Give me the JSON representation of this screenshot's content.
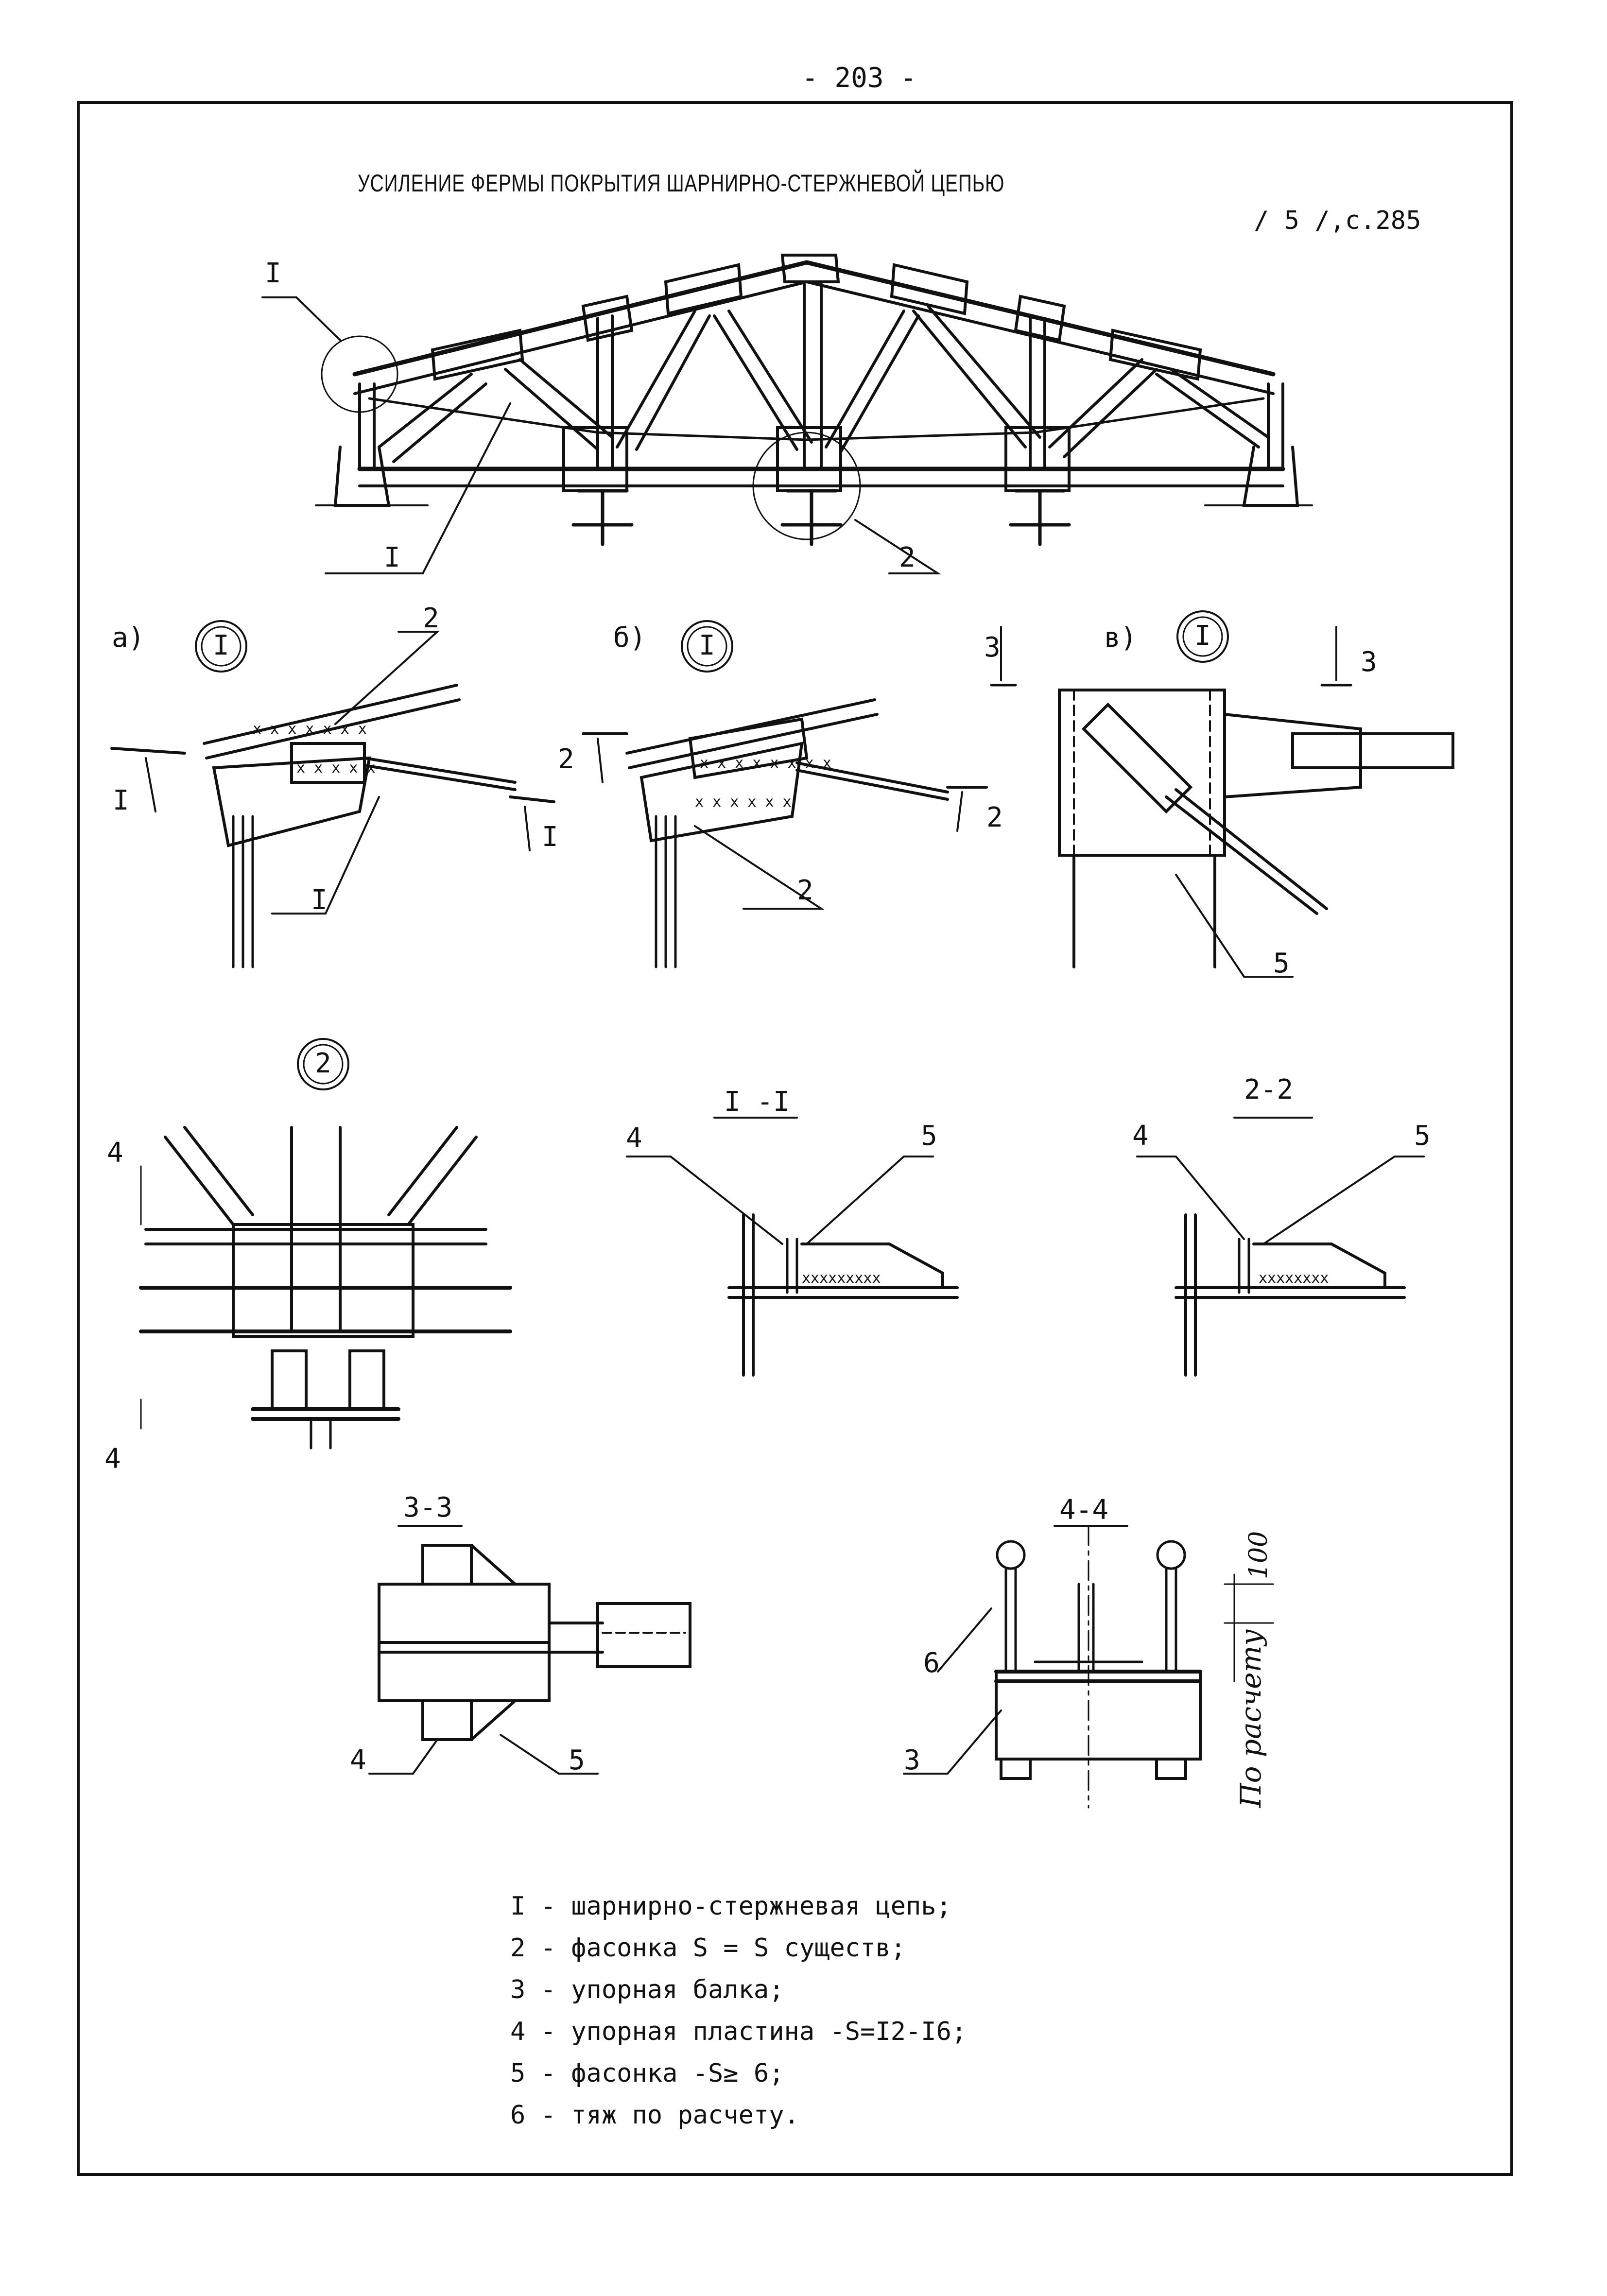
{
  "page": {
    "number": "- 203 -",
    "title": "УСИЛЕНИЕ ФЕРМЫ ПОКРЫТИЯ ШАРНИРНО-СТЕРЖНЕВОЙ ЦЕПЬЮ",
    "reference": "/ 5 /,с.285"
  },
  "truss": {
    "callout_1_top": "I",
    "callout_1_bottom": "I",
    "callout_2": "2"
  },
  "detail_a": {
    "letter": "а)",
    "circle_label": "I",
    "leader_2": "2",
    "leader_1": "I",
    "section_left": "I",
    "section_right": "I"
  },
  "detail_b": {
    "letter": "б)",
    "circle_label": "I",
    "section_left": "2",
    "section_right": "2",
    "leader_2": "2"
  },
  "detail_v": {
    "letter": "в)",
    "circle_label": "I",
    "section_left": "3",
    "section_right": "3",
    "leader_5": "5"
  },
  "node_2": {
    "circle_label": "2",
    "section_top": "4",
    "section_bottom": "4"
  },
  "section_1_1": {
    "title": "I -I",
    "leader_4": "4",
    "leader_5": "5"
  },
  "section_2_2": {
    "title": "2-2",
    "leader_4": "4",
    "leader_5": "5"
  },
  "section_3_3": {
    "title": "3-3",
    "leader_4": "4",
    "leader_5": "5"
  },
  "section_4_4": {
    "title": "4-4",
    "leader_6": "6",
    "leader_3": "3",
    "dim_100": "100",
    "dim_calc": "По расчету"
  },
  "legend": [
    "I - шарнирно-стержневая цепь;",
    "2 - фасонка S = S существ;",
    "3 - упорная балка;",
    "4 - упорная пластина -S=I2-I6;",
    "5 - фасонка -S≥ 6;",
    "6 - тяж по расчету."
  ]
}
